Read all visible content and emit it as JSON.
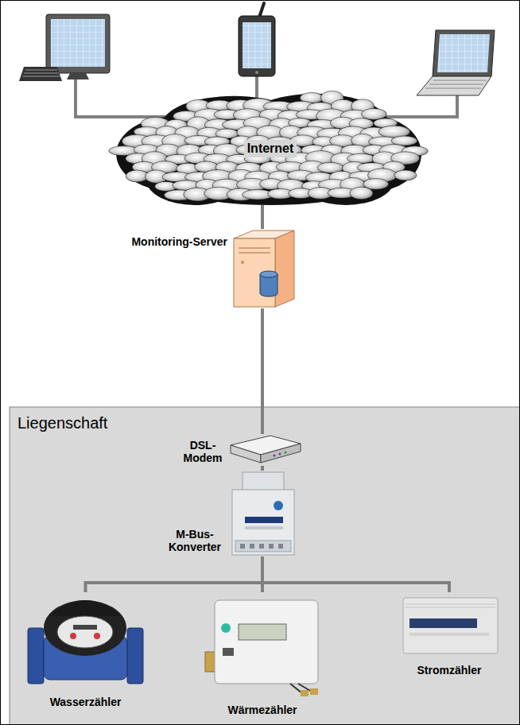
{
  "diagram": {
    "nodes": [
      {
        "text": [
          "Internet"
        ]
      },
      {
        "text": [
          "Monitoring-Server"
        ]
      },
      {
        "text": [
          "Liegenschaft"
        ]
      },
      {
        "text": [
          "DSL- Modem"
        ],
        "in": 2
      },
      {
        "text": [
          "M-Bus- Konverter"
        ],
        "in": 2
      },
      {
        "text": [
          "Wasserzähler"
        ],
        "in": 2
      },
      {
        "text": [
          "Wärmezähler"
        ],
        "in": 2
      },
      {
        "text": [
          "Stromzähler"
        ],
        "in": 2
      }
    ],
    "edges": [
      {
        "from": 0,
        "to": 1,
        "arrow": "none"
      },
      {
        "from": 1,
        "to": 3,
        "arrow": "none"
      },
      {
        "from": 3,
        "to": 4,
        "arrow": "none"
      },
      {
        "from": 4,
        "to": 5,
        "arrow": "none"
      },
      {
        "from": 4,
        "to": 6,
        "arrow": "none"
      },
      {
        "from": 4,
        "to": 7,
        "arrow": "none"
      }
    ]
  }
}
